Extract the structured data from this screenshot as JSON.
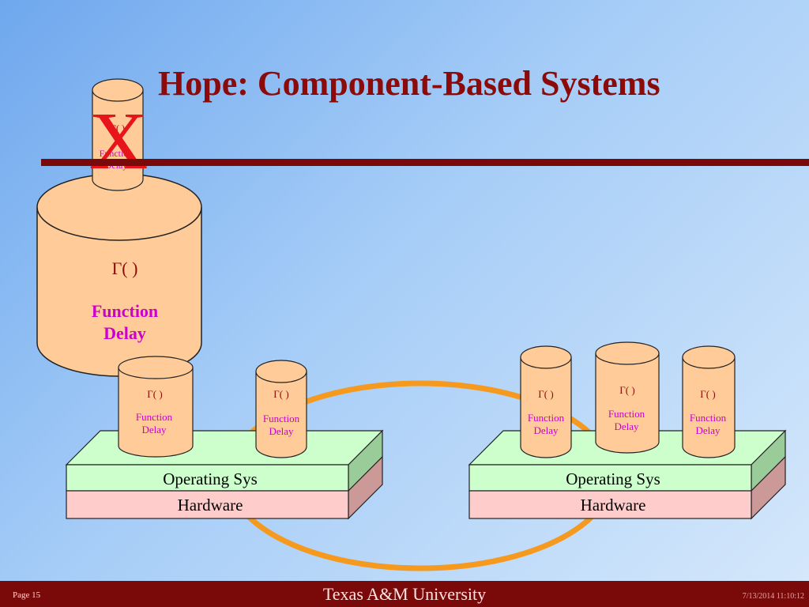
{
  "slide": {
    "title": "Hope: Component-Based Systems",
    "footer_page": "Page 15",
    "footer_center": "Texas A&M University",
    "footer_date": "7/13/2014 11:10:12"
  },
  "colors": {
    "title": "#8b0a0a",
    "rule": "#7a0a0a",
    "cylinder_fill": "#ffcc99",
    "os_layer": "#ccffcc",
    "hardware_layer": "#ffcccc",
    "ring": "#f59a1e",
    "cross_mark": "#e8141c",
    "function_text": "#cc00cc"
  },
  "diagram": {
    "big_component": {
      "gamma": "Γ( )",
      "function": "Function",
      "delay": "Delay"
    },
    "crossed_component": {
      "gamma": "Γ( )",
      "function": "Function",
      "delay": "Delay",
      "cross_mark": "X"
    },
    "left_system": {
      "os_label": "Operating Sys",
      "hw_label": "Hardware",
      "components": [
        {
          "gamma": "Γ( )",
          "function": "Function",
          "delay": "Delay"
        },
        {
          "gamma": "Γ( )",
          "function": "Function",
          "delay": "Delay"
        }
      ]
    },
    "right_system": {
      "os_label": "Operating Sys",
      "hw_label": "Hardware",
      "components": [
        {
          "gamma": "Γ( )",
          "function": "Function",
          "delay": "Delay"
        },
        {
          "gamma": "Γ( )",
          "function": "Function",
          "delay": "Delay"
        },
        {
          "gamma": "Γ( )",
          "function": "Function",
          "delay": "Delay"
        }
      ]
    }
  }
}
